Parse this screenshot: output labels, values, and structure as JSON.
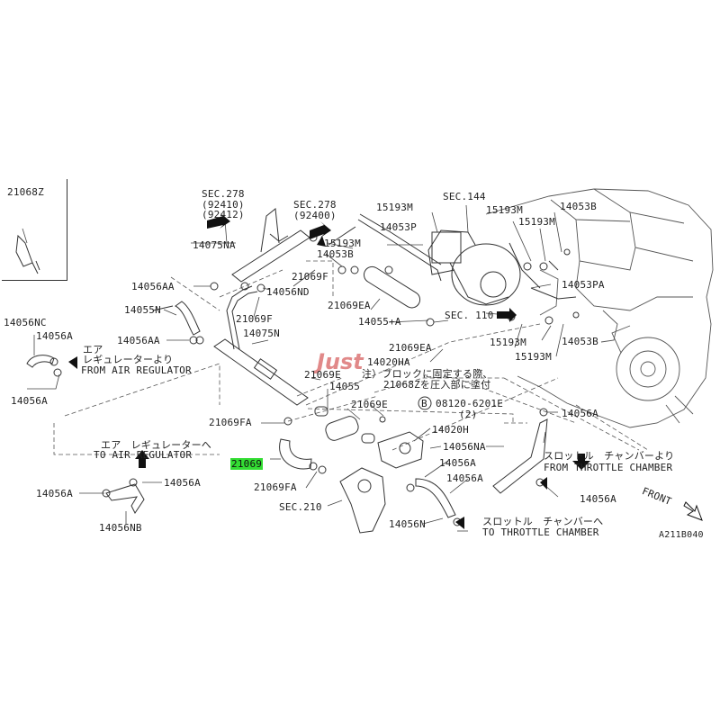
{
  "diagram": {
    "watermark": "Just",
    "highlight_color": "#33dd33",
    "labels": {
      "inset_part": "21068Z",
      "sec278_a": "SEC.278",
      "sec278_a_ref1": "(92410)",
      "sec278_a_ref2": "(92412)",
      "sec278_b": "SEC.278",
      "sec278_b_ref": "(92400)",
      "p15193M_top": "15193M",
      "sec144": "SEC.144",
      "p15193M_r1": "15193M",
      "p14053B_r": "14053B",
      "p15193M_r2": "15193M",
      "p14075NA": "14075NA",
      "p15193M_mid": "15193M",
      "p14053P": "14053P",
      "p14053B_mid": "14053B",
      "p21069F_a": "21069F",
      "p14056AA_a": "14056AA",
      "p14056ND": "14056ND",
      "p14053PA": "14053PA",
      "p21069EA_a": "21069EA",
      "p14055N": "14055N",
      "p21069F_b": "21069F",
      "p14055A": "14055+A",
      "sec110": "SEC. 110",
      "p14056NC": "14056NC",
      "p14075N": "14075N",
      "p15193M_b1": "15193M",
      "p14053B_b": "14053B",
      "p14056A_1": "14056A",
      "air_jp": "エア",
      "air_reg_jp": "レギュレーターより",
      "from_air_reg": "FROM AIR REGULATOR",
      "p14056AA_b": "14056AA",
      "p21069EA_b": "21069EA",
      "p15193M_b2": "15193M",
      "p14020HA": "14020HA",
      "note_jp1": "注）ブロックに固定する際、",
      "p21069E_a": "21069E",
      "note_jp2": "21068Zを圧入部に塗付",
      "p14056A_2": "14056A",
      "p14055": "14055",
      "p21069E_b": "21069E",
      "bolt_b": "B",
      "bolt_part": "08120-6201E",
      "bolt_qty": "(2)",
      "p14056A_3": "14056A",
      "p21069FA_a": "21069FA",
      "p14020H": "14020H",
      "to_air_jp": "エア　レギュレーターへ",
      "to_air_reg": "TO AIR REGULATOR",
      "p14056NA": "14056NA",
      "throttle_jp1": "スロットル　チャンバーより",
      "from_throttle": "FROM THROTTLE CHAMBER",
      "p21069": "21069",
      "p14056A_4": "14056A",
      "p21069FA_b": "21069FA",
      "p14056A_5": "14056A",
      "p14056A_6": "14056A",
      "p14056A_7": "14056A",
      "p14056A_8": "14056A",
      "front": "FRONT",
      "sec210": "SEC.210",
      "p14056NB": "14056NB",
      "p14056N": "14056N",
      "throttle_jp2": "スロットル　チャンバーへ",
      "to_throttle": "TO THROTTLE CHAMBER",
      "diagram_code": "A211B040"
    }
  }
}
